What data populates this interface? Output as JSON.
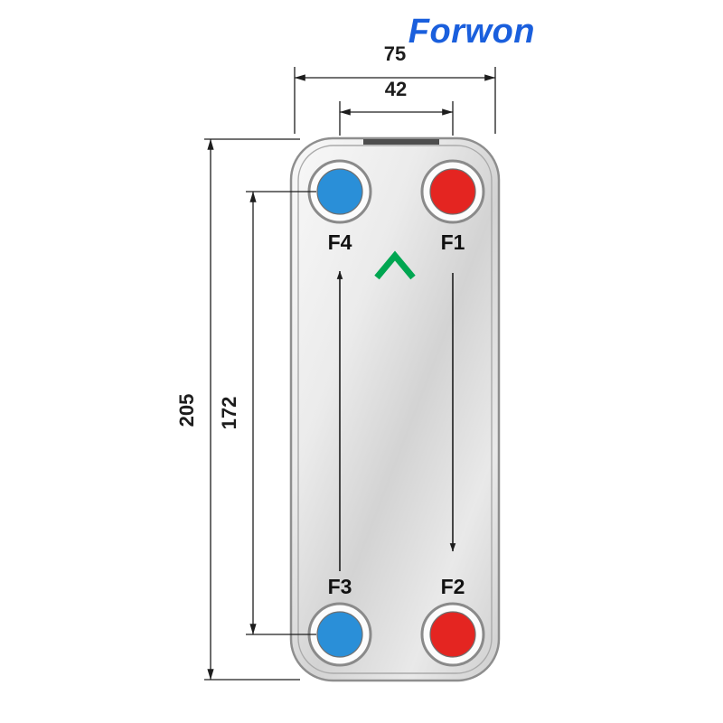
{
  "logo": {
    "text": "Forwon",
    "color": "#1a5fdd"
  },
  "drawing": {
    "dimensions": {
      "overall_width": "75",
      "port_center_width": "42",
      "overall_height": "205",
      "port_center_height": "172"
    },
    "ports": [
      {
        "label": "F4",
        "position": "top-left",
        "color": "#2a8fd8"
      },
      {
        "label": "F1",
        "position": "top-right",
        "color": "#e42521"
      },
      {
        "label": "F3",
        "position": "bottom-left",
        "color": "#2a8fd8"
      },
      {
        "label": "F2",
        "position": "bottom-right",
        "color": "#e42521"
      }
    ],
    "flow_chevron_color": "#00a651",
    "line_color": "#1d1d1d"
  }
}
